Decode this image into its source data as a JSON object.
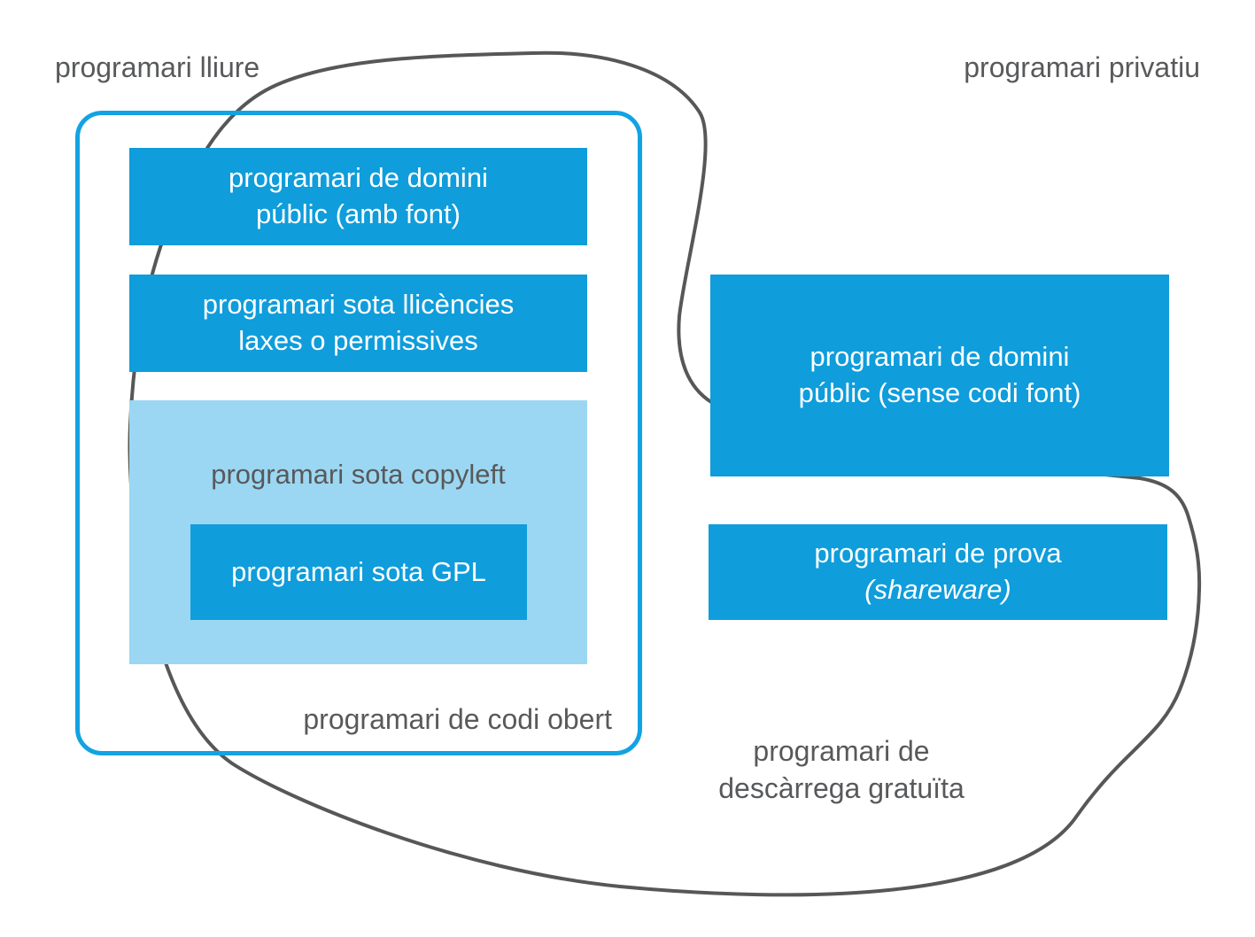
{
  "colors": {
    "box_blue": "#0f9ddb",
    "light_blue": "#9bd7f2",
    "outline_blue": "#12a3e2",
    "text_gray": "#58595b",
    "curve_gray": "#565759",
    "white": "#ffffff"
  },
  "labels": {
    "free_software": "programari lliure",
    "proprietary_software": "programari privatiu",
    "open_source": "programari de codi obert",
    "freeware_line1": "programari de",
    "freeware_line2": "descàrrega gratuïta"
  },
  "boxes": {
    "public_domain_source": {
      "line1": "programari de domini",
      "line2": "públic (amb font)"
    },
    "permissive": {
      "line1": "programari sota llicències",
      "line2": "laxes o permissives"
    },
    "copyleft": {
      "label": "programari sota copyleft"
    },
    "gpl": {
      "label": "programari sota GPL"
    },
    "public_domain_no_source": {
      "line1": "programari de domini",
      "line2": "públic (sense codi font)"
    },
    "shareware": {
      "line1": "programari de prova",
      "line2": "(shareware)"
    }
  }
}
